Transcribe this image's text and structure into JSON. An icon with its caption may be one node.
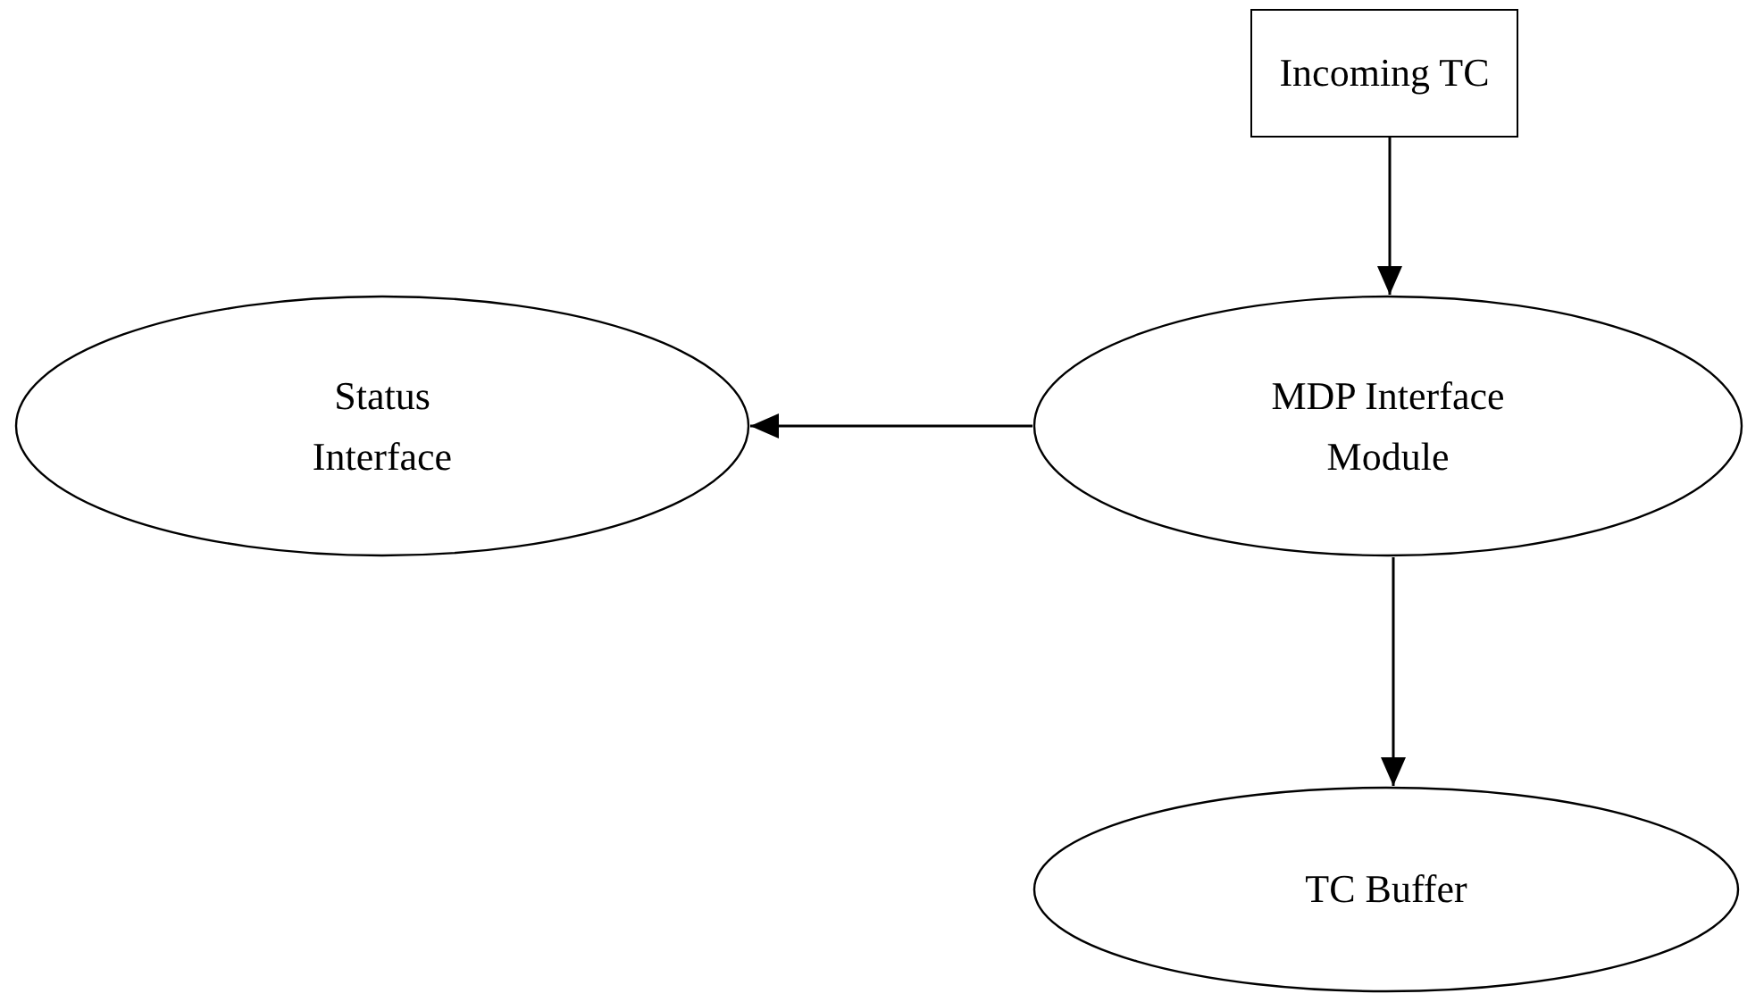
{
  "diagram": {
    "nodes": [
      {
        "text": [
          "Incoming TC"
        ]
      },
      {
        "text": [
          "MDP Interface Module"
        ]
      },
      {
        "text": [
          "Status Interface"
        ]
      },
      {
        "text": [
          "TC Buffer"
        ]
      }
    ],
    "edges": [
      {
        "from": 0,
        "to": 1,
        "arrow": "to"
      },
      {
        "from": 1,
        "to": 2,
        "arrow": "to"
      },
      {
        "from": 1,
        "to": 3,
        "arrow": "to"
      }
    ]
  }
}
